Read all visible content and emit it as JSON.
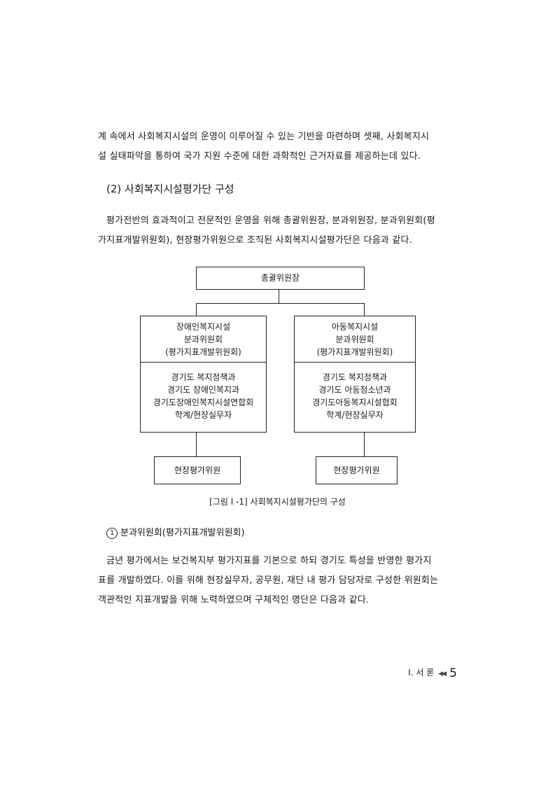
{
  "intro": {
    "line1": "계 속에서 사회복지시설의 운영이 이루어질 수 있는 기반을 마련하며 셋째, 사회복지시",
    "line2": "설 실태파악을 통하여 국가 지원 수준에 대한 과학적인 근거자료를 제공하는데 있다."
  },
  "section": {
    "heading": "(2) 사회복지시설평가단 구성"
  },
  "section_para": {
    "line1": "평가전반의 효과적이고 전문적인 운영을 위해 총괄위원장, 분과위원장, 분과위원회(평",
    "line2": "가지표개발위원회), 현장평가위원으로 조직된 사회복지시설평가단은 다음과 같다."
  },
  "org_chart": {
    "top": "총괄위원장",
    "left": {
      "title": [
        "장애인복지시설",
        "분과위원회",
        "(평가지표개발위원회)"
      ],
      "members": [
        "경기도 복지정책과",
        "경기도 장애인복지과",
        "경기도장애인복지시설연합회",
        "학계/현장실무자"
      ],
      "field": "현장평가위원"
    },
    "right": {
      "title": [
        "아동복지시설",
        "분과위원회",
        "(평가지표개발위원회)"
      ],
      "members": [
        "경기도 복지정책과",
        "경기도 아동청소년과",
        "경기도아동복지시설협회",
        "학계/현장실무자"
      ],
      "field": "현장평가위원"
    },
    "caption": "[그림 Ⅰ -1] 사회복지시설평가단의 구성"
  },
  "subsection": {
    "number": "1",
    "heading": "분과위원회(평가지표개발위원회)"
  },
  "sub_para": {
    "line1": "금년 평가에서는 보건복지부 평가지표를 기본으로 하되 경기도 특성을 반영한 평가지",
    "line2": "표를 개발하였다. 이를 위해 현장실무자, 공무원, 재단 내 평가 담당자로 구성한 위원회는",
    "line3": "객관적인 지표개발을 위해 노력하였으며 구체적인 명단은 다음과 같다."
  },
  "footer": {
    "chapter": "Ⅰ. 서 론",
    "page": "5"
  }
}
